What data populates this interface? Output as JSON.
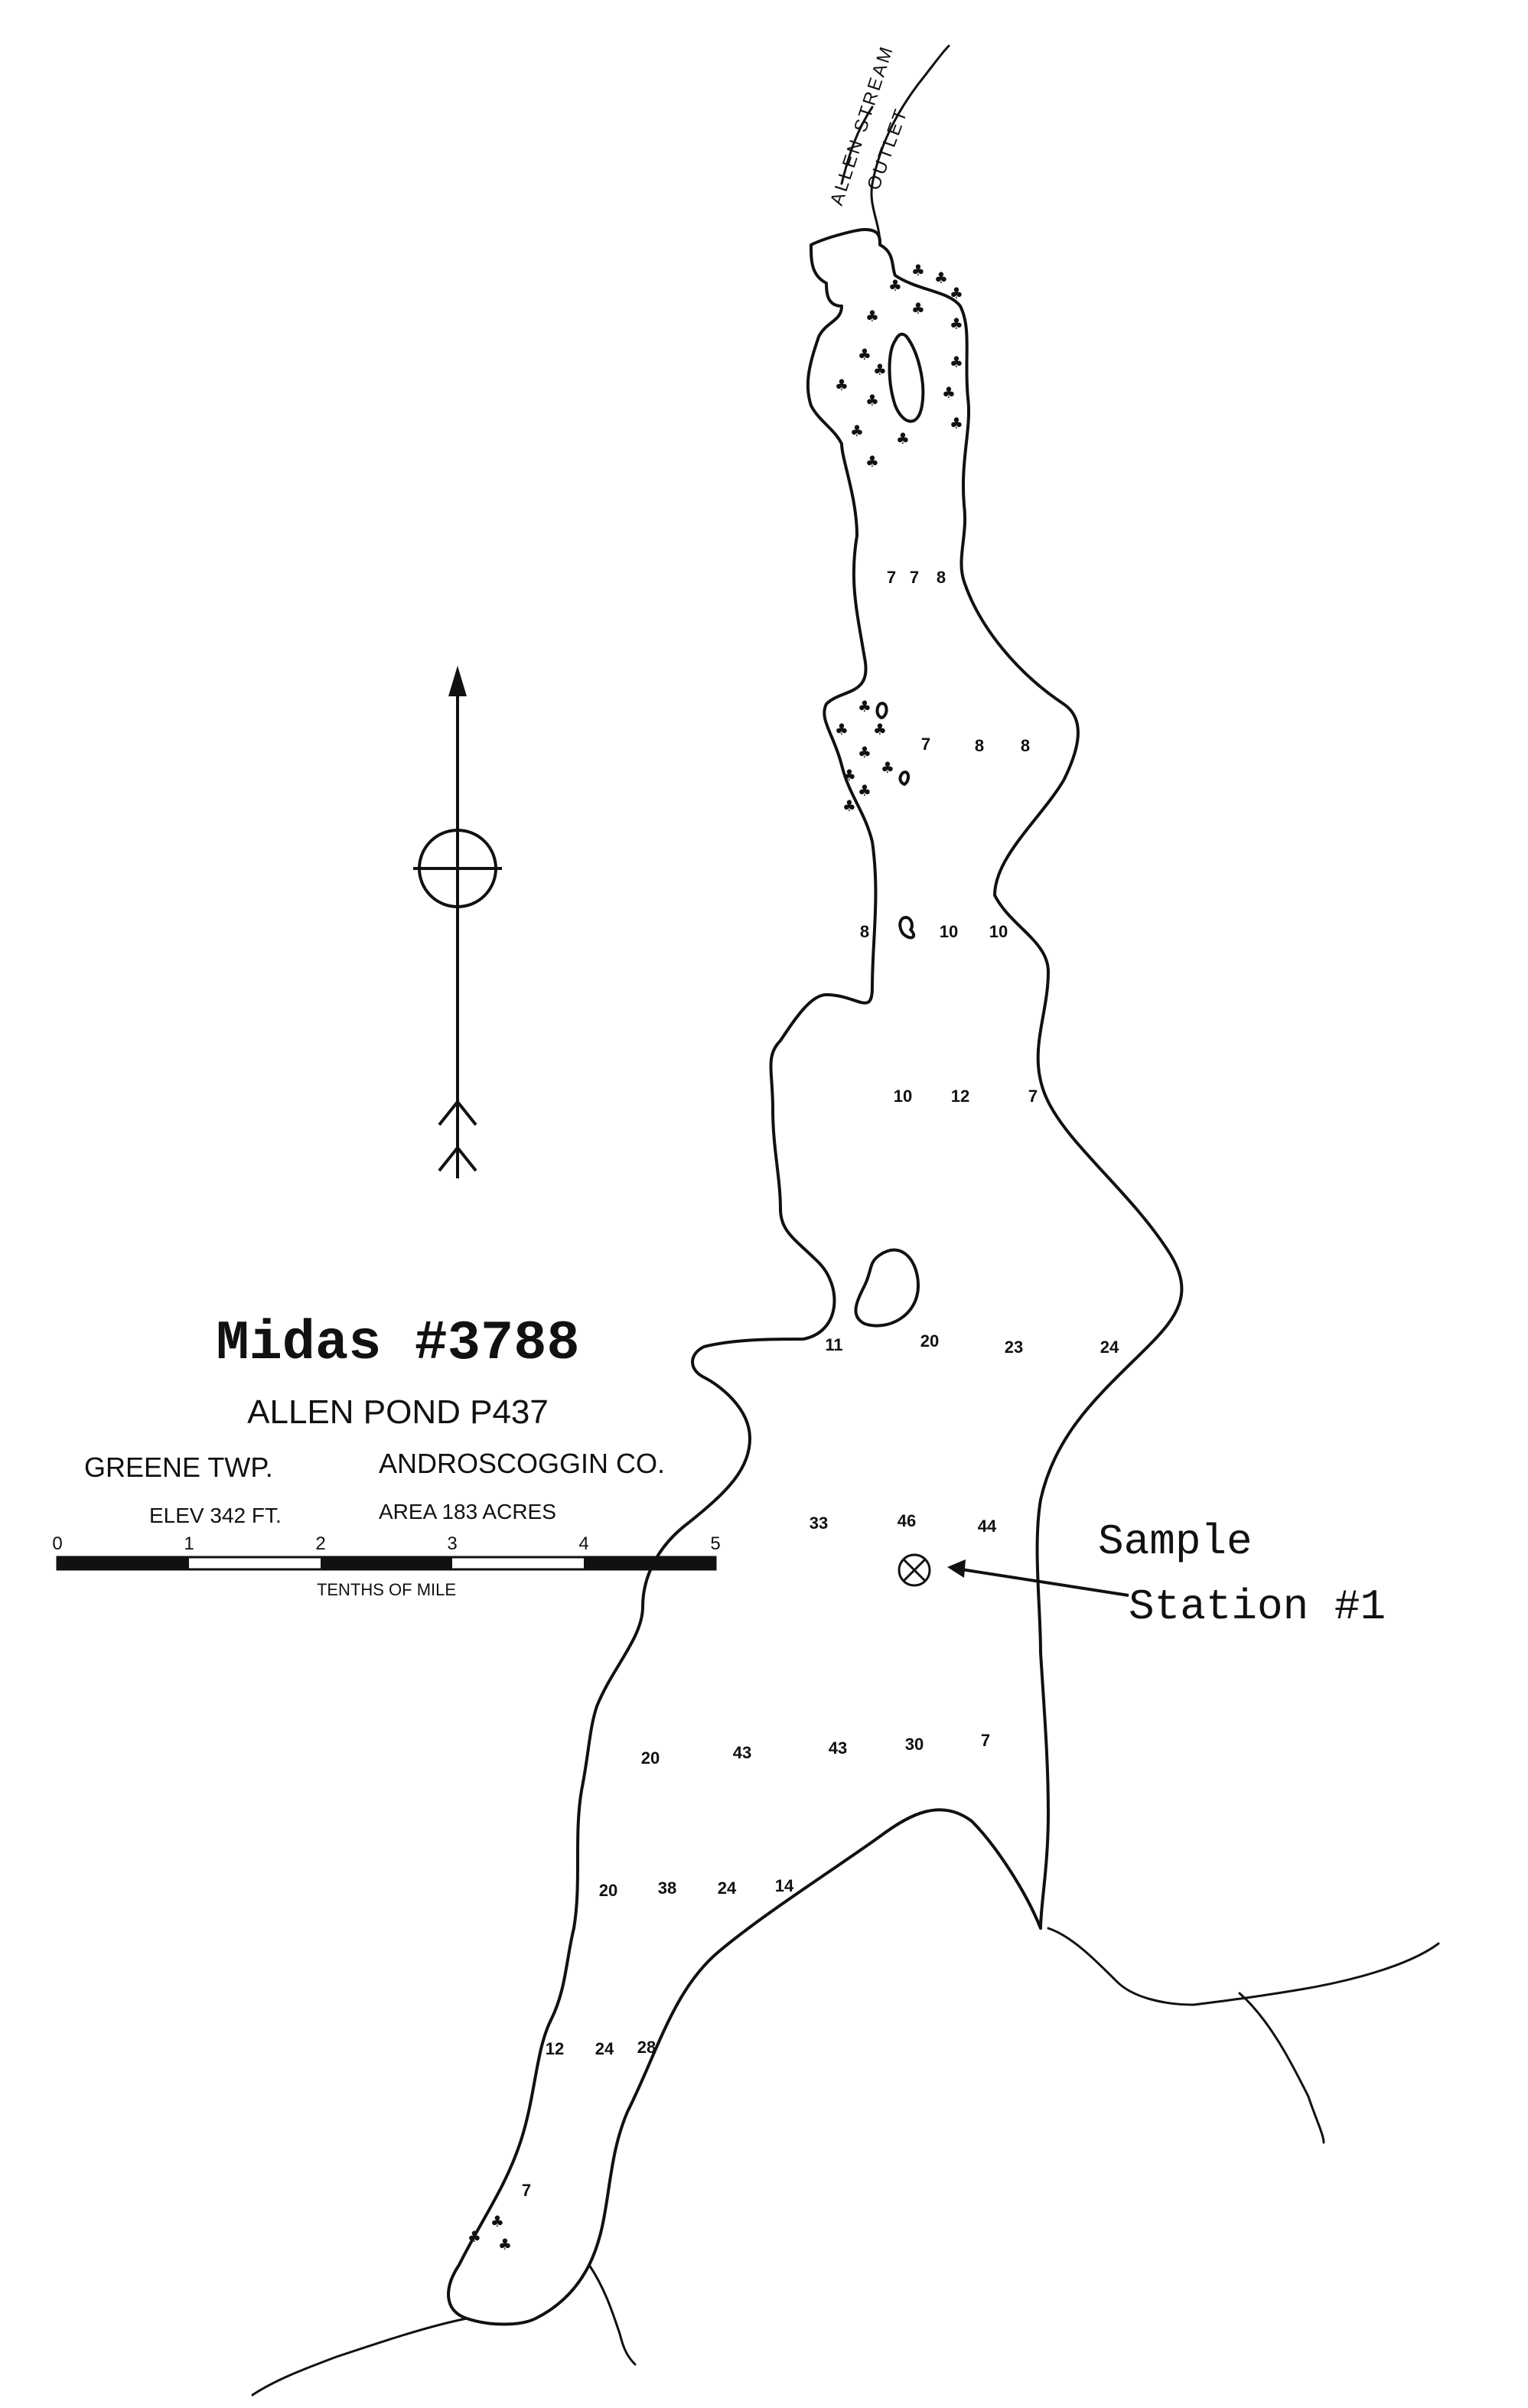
{
  "title": "Midas #3788",
  "pond_name": "ALLEN POND P437",
  "township": "GREENE TWP.",
  "county": "ANDROSCOGGIN CO.",
  "elevation": "ELEV 342 FT.",
  "area": "AREA 183 ACRES",
  "scale": {
    "ticks": [
      "0",
      "1",
      "2",
      "3",
      "4",
      "5"
    ],
    "unit_label": "TENTHS OF MILE"
  },
  "outlet": {
    "line1": "ALLEN STREAM",
    "line2": "OUTLET"
  },
  "sample_station": {
    "line1": "Sample",
    "line2": "Station #1"
  },
  "icons": {
    "north_arrow": "north-arrow-icon",
    "station_marker": "circle-x-icon",
    "marsh": "marsh-vegetation-icon"
  },
  "depths": [
    "7",
    "7",
    "8",
    "7",
    "8",
    "8",
    "8",
    "10",
    "10",
    "10",
    "12",
    "7",
    "11",
    "20",
    "23",
    "24",
    "33",
    "46",
    "44",
    "20",
    "43",
    "43",
    "30",
    "7",
    "20",
    "38",
    "24",
    "14",
    "12",
    "24",
    "28",
    "7"
  ]
}
